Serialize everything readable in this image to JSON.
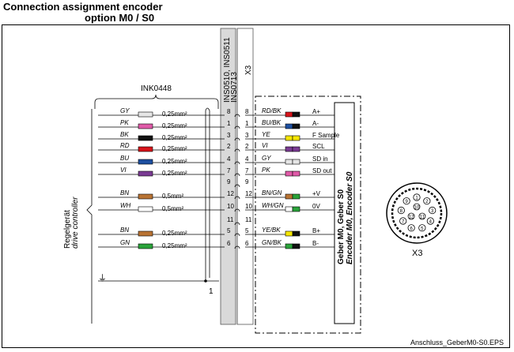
{
  "title": {
    "line1": "Connection assignment encoder",
    "line2": "option M0 / S0"
  },
  "cable_label": "INK0448",
  "strip_labels": {
    "terminal_strip": "INS0510, INS0511",
    "terminal_strip_2": "INS0713",
    "connector": "X3"
  },
  "drive_controller": {
    "line1": "Regelgerät",
    "line2": "drive controller"
  },
  "encoder_box": {
    "line1": "Geber M0, Geber S0",
    "line2": "Encoder M0, Encoder S0"
  },
  "connector_label": "X3",
  "shield_ref": "1",
  "footer": "Anschluss_GeberM0-S0.EPS",
  "rows": [
    {
      "left_color": "GY",
      "size": "0,25mm²",
      "pin_left": "8",
      "pin_right": "8",
      "right_color": "RD/BK",
      "signal": "A+",
      "swatch": "#e6e6e6",
      "swatch2": "#d7141a",
      "swatch2_b": "#111111"
    },
    {
      "left_color": "PK",
      "size": "0,25mm²",
      "pin_left": "1",
      "pin_right": "1",
      "right_color": "BU/BK",
      "signal": "A-",
      "swatch": "#e05aa8",
      "swatch2": "#1d4fa0",
      "swatch2_b": "#111111"
    },
    {
      "left_color": "BK",
      "size": "0,25mm²",
      "pin_left": "3",
      "pin_right": "3",
      "right_color": "YE",
      "signal": "F Sample",
      "swatch": "#111111",
      "swatch2": "#f5e600",
      "swatch2_b": "#f5e600"
    },
    {
      "left_color": "RD",
      "size": "0,25mm²",
      "pin_left": "2",
      "pin_right": "2",
      "right_color": "VI",
      "signal": "SCL",
      "swatch": "#d7141a",
      "swatch2": "#7a3b93",
      "swatch2_b": "#7a3b93"
    },
    {
      "left_color": "BU",
      "size": "0,25mm²",
      "pin_left": "4",
      "pin_right": "4",
      "right_color": "GY",
      "signal": "SD in",
      "swatch": "#1d4fa0",
      "swatch2": "#e6e6e6",
      "swatch2_b": "#e6e6e6"
    },
    {
      "left_color": "VI",
      "size": "0,25mm²",
      "pin_left": "7",
      "pin_right": "7",
      "right_color": "PK",
      "signal": "SD out",
      "swatch": "#7a3b93",
      "swatch2": "#e05aa8",
      "swatch2_b": "#e05aa8"
    },
    {
      "left_color": "",
      "size": "",
      "pin_left": "9",
      "pin_right": "9",
      "right_color": "",
      "signal": "",
      "swatch": "",
      "swatch2": "",
      "swatch2_b": ""
    },
    {
      "left_color": "BN",
      "size": "0,5mm²",
      "pin_left": "12",
      "pin_right": "12",
      "right_color": "BN/GN",
      "signal": "+V",
      "swatch": "#b87333",
      "swatch2": "#b87333",
      "swatch2_b": "#2aa33a"
    },
    {
      "left_color": "WH",
      "size": "0,5mm²",
      "pin_left": "10",
      "pin_right": "10",
      "right_color": "WH/GN",
      "signal": "0V",
      "swatch": "#ffffff",
      "swatch2": "#ffffff",
      "swatch2_b": "#2aa33a"
    },
    {
      "left_color": "",
      "size": "",
      "pin_left": "11",
      "pin_right": "11",
      "right_color": "",
      "signal": "",
      "swatch": "",
      "swatch2": "",
      "swatch2_b": ""
    },
    {
      "left_color": "BN",
      "size": "0,25mm²",
      "pin_left": "5",
      "pin_right": "5",
      "right_color": "YE/BK",
      "signal": "B+",
      "swatch": "#b87333",
      "swatch2": "#f5e600",
      "swatch2_b": "#111111"
    },
    {
      "left_color": "GN",
      "size": "0,25mm²",
      "pin_left": "6",
      "pin_right": "6",
      "right_color": "GN/BK",
      "signal": "B-",
      "swatch": "#2aa33a",
      "swatch2": "#2aa33a",
      "swatch2_b": "#111111"
    }
  ],
  "connector_pins": [
    "1",
    "2",
    "3",
    "4",
    "5",
    "6",
    "7",
    "8",
    "9",
    "10",
    "11",
    "12"
  ]
}
